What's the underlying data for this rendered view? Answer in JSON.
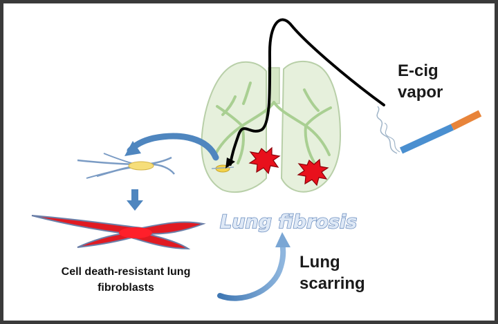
{
  "labels": {
    "ecig_line1": "E-cig",
    "ecig_line2": "vapor",
    "fibrosis": "Lung fibrosis",
    "scarring_line1": "Lung",
    "scarring_line2": "scarring",
    "cells_line1": "Cell death-resistant lung",
    "cells_line2": "fibroblasts"
  },
  "colors": {
    "lung_fill": "#e6f0dc",
    "lung_stroke": "#b8cfa8",
    "airway": "#a9cf92",
    "arrow_blue": "#4f86bf",
    "burst_red": "#e8101c",
    "cigarette_body": "#4a8fd0",
    "cigarette_filter": "#e8843a",
    "fibroblast_yellow": "#f6de7a",
    "fibroblast_red": "#e01a22"
  }
}
